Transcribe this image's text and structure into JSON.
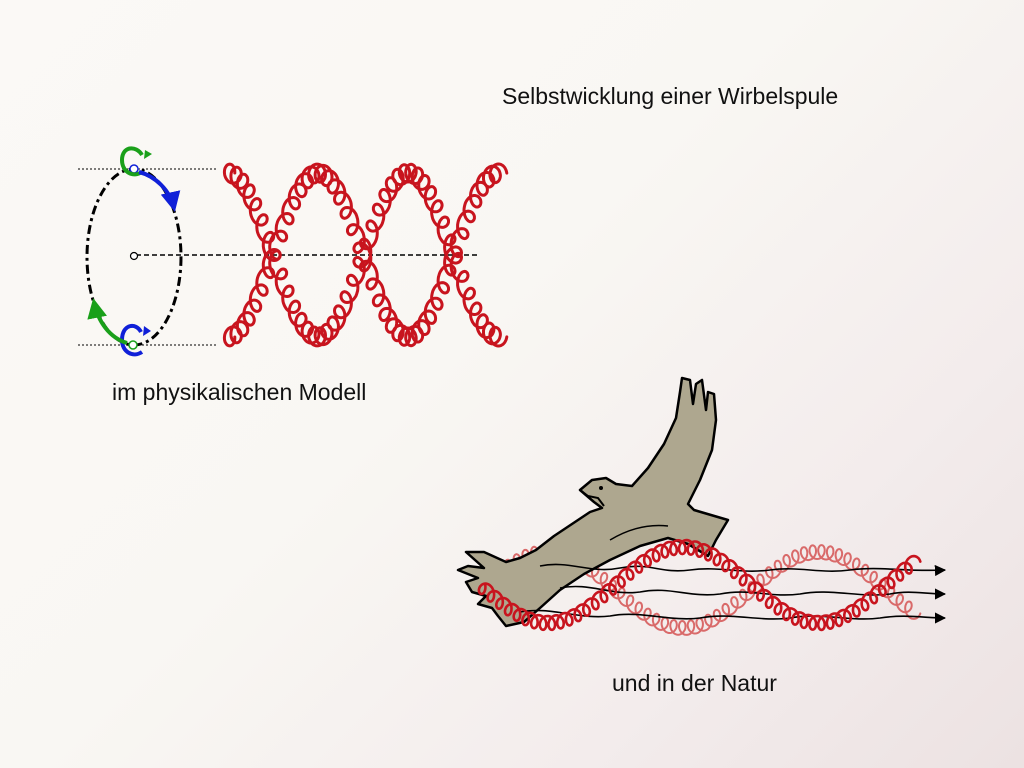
{
  "title": "Selbstwicklung einer Wirbelspule",
  "model_caption": "im physikalischen Modell",
  "nature_caption": "und in der Natur",
  "colors": {
    "coil": "#c8141e",
    "coil_back": "#d96a6a",
    "rotation_green": "#1aa01a",
    "rotation_blue": "#1020d8",
    "eagle_fill": "#aea78f",
    "outline": "#000000"
  }
}
